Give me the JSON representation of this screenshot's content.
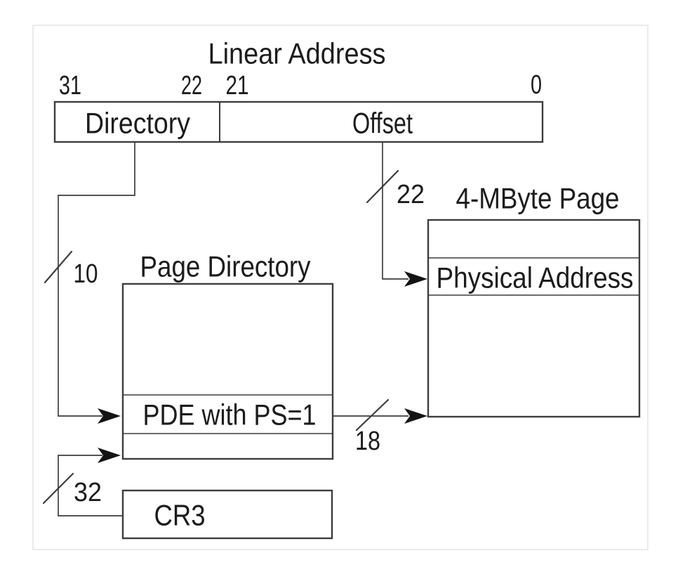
{
  "colors": {
    "background": "#ffffff",
    "frame_border": "#ebebeb",
    "line": "#3d3d3d",
    "text": "#1c1c1c",
    "arrow": "#141414"
  },
  "diagram": {
    "title": "Linear Address",
    "address_bar": {
      "bit_positions": [
        "31",
        "22",
        "21",
        "0"
      ],
      "fields": [
        {
          "name": "Directory"
        },
        {
          "name": "Offset"
        }
      ]
    },
    "bit_widths": {
      "directory_index": "10",
      "page_offset": "22",
      "pde_frame": "18",
      "cr3_base": "32"
    },
    "page_directory": {
      "title": "Page Directory",
      "entry": "PDE with PS=1"
    },
    "page": {
      "title": "4-MByte Page",
      "entry": "Physical Address"
    },
    "register": {
      "name": "CR3"
    }
  }
}
